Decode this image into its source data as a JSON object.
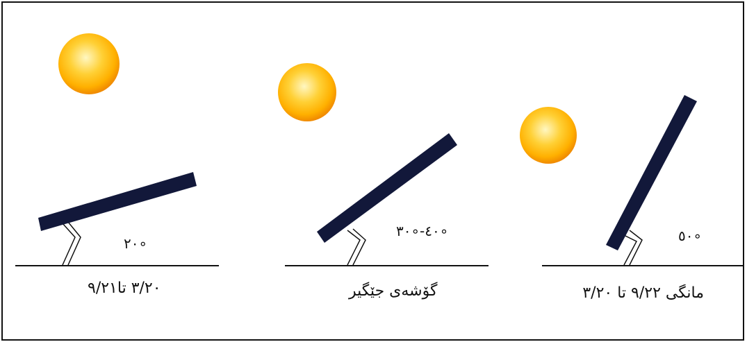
{
  "panels": [
    {
      "angle_label": "∘٢٠",
      "caption": "٣/٢٠ تا٩/٢١"
    },
    {
      "angle_label": "∘٤٠-∘٣٠",
      "caption": "گۆشەی جێگیر"
    },
    {
      "angle_label": "∘٥٠",
      "caption": "مانگی ٩/٢٢ تا ٣/٢٠"
    }
  ],
  "colors": {
    "panel": "#12183a",
    "sun_core": "#fff2a0",
    "sun_mid": "#ffc21f",
    "sun_edge": "#f08a00",
    "ground": "#111111"
  }
}
